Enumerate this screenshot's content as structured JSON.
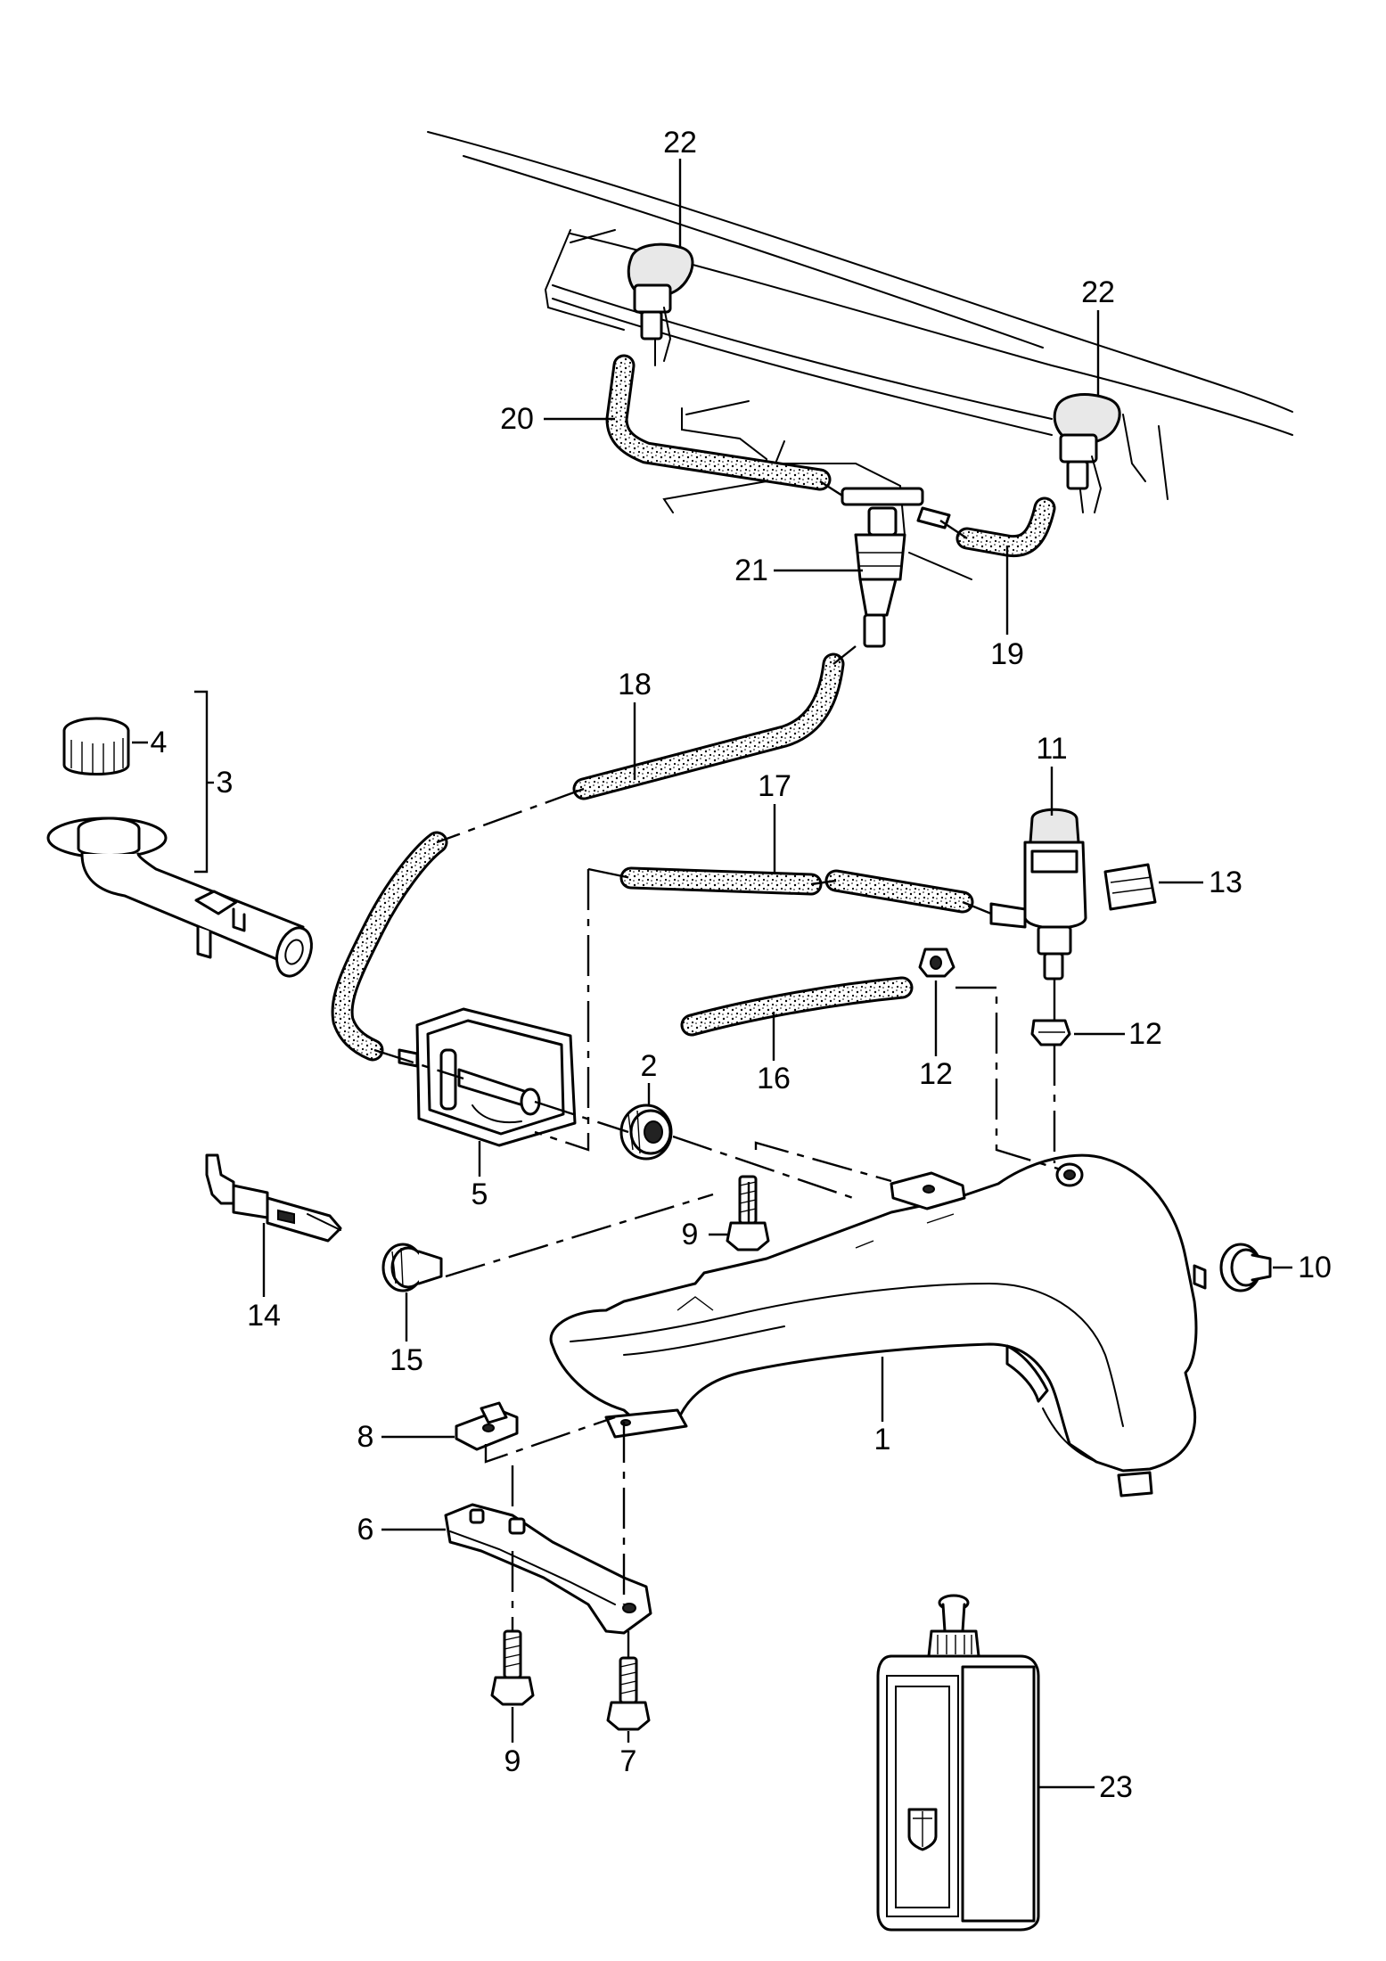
{
  "diagram": {
    "callouts": {
      "c1": "1",
      "c2": "2",
      "c3": "3",
      "c4": "4",
      "c5": "5",
      "c6": "6",
      "c7": "7",
      "c8": "8",
      "c9a": "9",
      "c9b": "9",
      "c10": "10",
      "c11": "11",
      "c12a": "12",
      "c12b": "12",
      "c13": "13",
      "c14": "14",
      "c15": "15",
      "c16": "16",
      "c17": "17",
      "c18": "18",
      "c19": "19",
      "c20": "20",
      "c21": "21",
      "c22a": "22",
      "c22b": "22",
      "c23": "23"
    },
    "parts": [
      "washer-fluid-reservoir",
      "rubber-grommet",
      "filler-neck-assembly",
      "filler-cap",
      "reservoir-bracket",
      "mounting-bracket",
      "bolt",
      "clip-nut",
      "bolt",
      "drain-plug",
      "washer-pump",
      "grommet",
      "buffer-pad",
      "level-sensor",
      "grommet",
      "hose",
      "hose",
      "hose",
      "hose",
      "hose",
      "check-valve-t-piece",
      "washer-nozzle",
      "washer-fluid-bottle"
    ]
  }
}
